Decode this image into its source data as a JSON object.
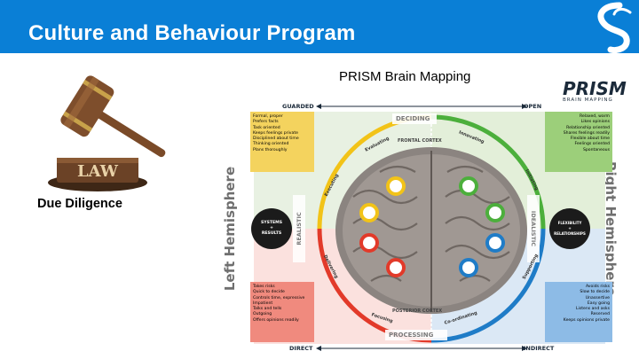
{
  "header": {
    "title": "Culture and Behaviour Program",
    "bg_color": "#0a7fd6"
  },
  "subtitle": "PRISM Brain Mapping",
  "left_panel": {
    "gavel_text": "LAW",
    "caption": "Due Diligence"
  },
  "hemispheres": {
    "left": "Left Hemisphere",
    "right": "Right Hemisphere"
  },
  "prism_logo": {
    "name": "PRISM",
    "tagline": "BRAIN MAPPING"
  },
  "map": {
    "guarded": "GUARDED",
    "open": "OPEN",
    "direct": "DIRECT",
    "indirect": "INDIRECT",
    "deciding": "DECIDING",
    "processing": "PROCESSING",
    "frontal_cortex": "FRONTAL CORTEX",
    "posterior_cortex": "POSTERIOR CORTEX",
    "realistic": "REALISTIC",
    "idealistic": "IDEALISTIC",
    "left_center": [
      "SYSTEMS",
      "+",
      "RESULTS"
    ],
    "right_center": [
      "FLEXIBILITY",
      "+",
      "RELATIONSHIPS"
    ],
    "arc_labels": [
      "Evaluating",
      "Innovating",
      "Focusing",
      "Co-ordinating",
      "Executing",
      "Initiating",
      "Delivering",
      "Supporting"
    ],
    "top_left_box": [
      "Formal, proper",
      "Prefers facts",
      "Task oriented",
      "Keeps feelings private",
      "Disciplined about time",
      "Thinking oriented",
      "Plans thoroughly"
    ],
    "top_right_box": [
      "Relaxed, warm",
      "Likes opinions",
      "Relationship oriented",
      "Shares feelings readily",
      "Flexible about time",
      "Feelings oriented",
      "Spontaneous"
    ],
    "bottom_left_box": [
      "Takes risks",
      "Quick to decide",
      "Controls time, expressive",
      "Impatient",
      "Talks and tells",
      "Outgoing",
      "Offers opinions readily"
    ],
    "bottom_right_box": [
      "Avoids risks",
      "Slow to decide",
      "Unassertive",
      "Easy going",
      "Listens and asks",
      "Reserved",
      "Keeps opinions private"
    ],
    "colors": {
      "green": "#4caf3c",
      "yellow": "#f2c318",
      "red": "#e23a2a",
      "blue": "#1f7cc7",
      "navy": "#1b2a3a"
    }
  }
}
